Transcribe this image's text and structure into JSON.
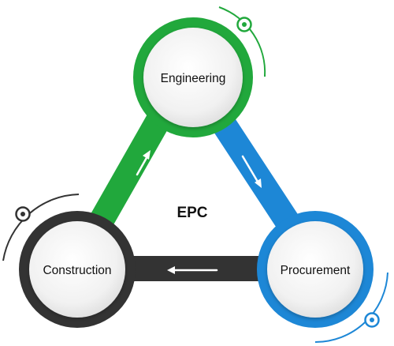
{
  "diagram": {
    "center_label": "EPC",
    "nodes": {
      "engineering": {
        "label": "Engineering"
      },
      "procurement": {
        "label": "Procurement"
      },
      "construction": {
        "label": "Construction"
      }
    }
  },
  "colors": {
    "engineering": "#21a83c",
    "procurement": "#1d87d6",
    "construction": "#333333",
    "arrow": "#ffffff",
    "node_fill": "#eeeeee"
  }
}
